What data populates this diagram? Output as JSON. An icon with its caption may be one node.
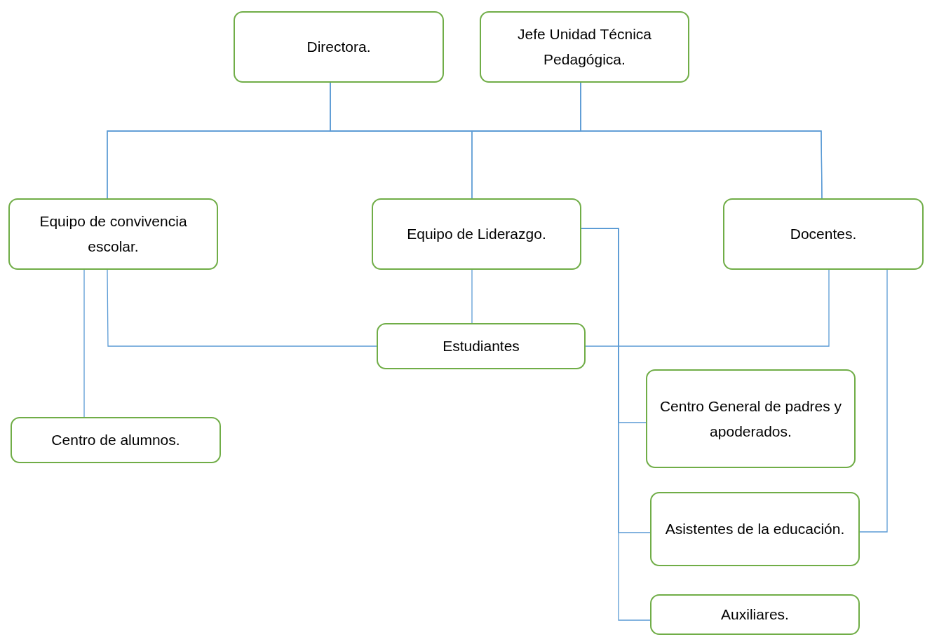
{
  "diagram": {
    "nodes": [
      {
        "text": [
          "Directora."
        ]
      },
      {
        "text": [
          "Jefe Unidad Técnica Pedagógica."
        ]
      },
      {
        "text": [
          "Equipo de convivencia escolar."
        ]
      },
      {
        "text": [
          "Equipo de Liderazgo."
        ]
      },
      {
        "text": [
          "Docentes."
        ]
      },
      {
        "text": [
          "Estudiantes"
        ]
      },
      {
        "text": [
          "Centro de alumnos."
        ]
      },
      {
        "text": [
          "Centro General de padres y apoderados."
        ]
      },
      {
        "text": [
          "Asistentes de la educación."
        ]
      },
      {
        "text": [
          "Auxiliares."
        ]
      }
    ],
    "edges": [
      {
        "from": 0,
        "to": 2,
        "arrow": "none"
      },
      {
        "from": 0,
        "to": 3,
        "arrow": "none"
      },
      {
        "from": 0,
        "to": 4,
        "arrow": "none"
      },
      {
        "from": 1,
        "to": 2,
        "arrow": "none"
      },
      {
        "from": 1,
        "to": 3,
        "arrow": "none"
      },
      {
        "from": 1,
        "to": 4,
        "arrow": "none"
      },
      {
        "from": 2,
        "to": 5,
        "arrow": "none"
      },
      {
        "from": 3,
        "to": 5,
        "arrow": "none"
      },
      {
        "from": 4,
        "to": 5,
        "arrow": "none"
      },
      {
        "from": 2,
        "to": 6,
        "arrow": "none"
      },
      {
        "from": 3,
        "to": 7,
        "arrow": "none"
      },
      {
        "from": 3,
        "to": 8,
        "arrow": "none"
      },
      {
        "from": 3,
        "to": 9,
        "arrow": "none"
      },
      {
        "from": 4,
        "to": 8,
        "arrow": "none"
      }
    ]
  }
}
